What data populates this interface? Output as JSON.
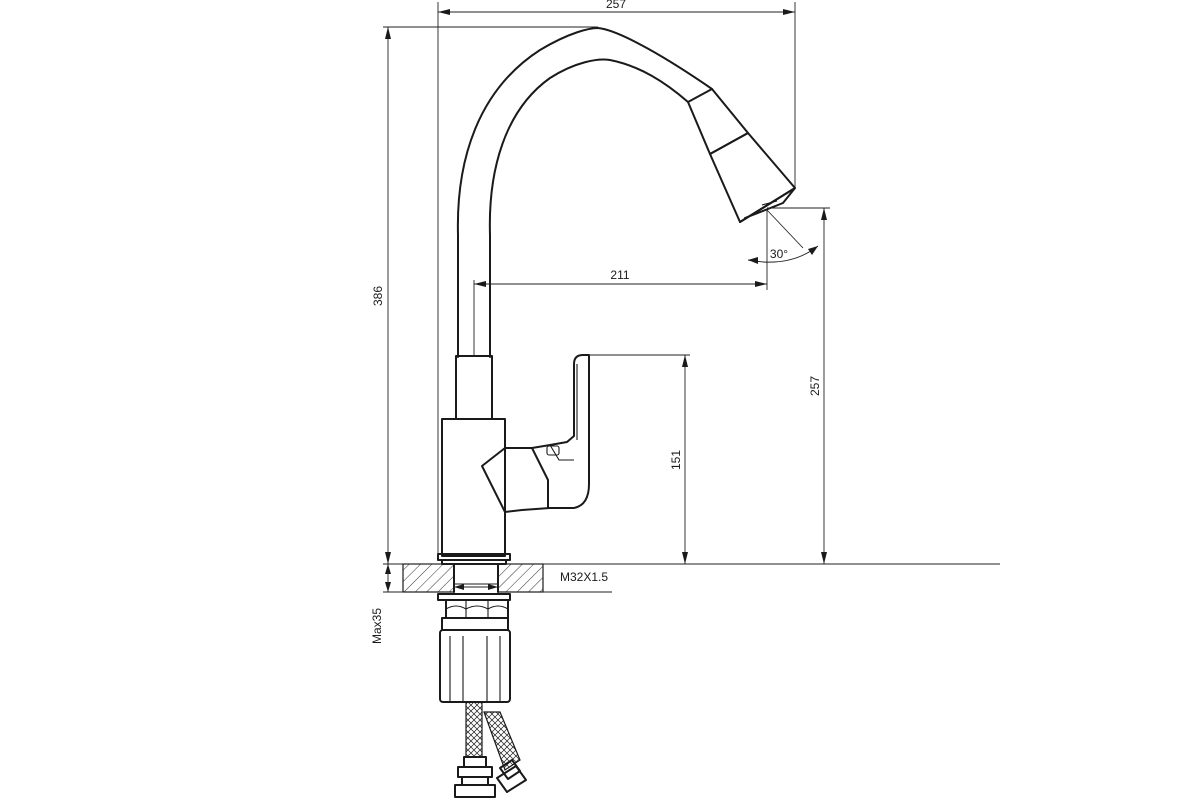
{
  "dimensions": {
    "overall_width": "257",
    "overall_height": "386",
    "spout_reach": "211",
    "spout_height": "257",
    "lever_height": "151",
    "spray_angle": "30°",
    "thread": "M32X1.5",
    "max_mount": "Max35"
  }
}
